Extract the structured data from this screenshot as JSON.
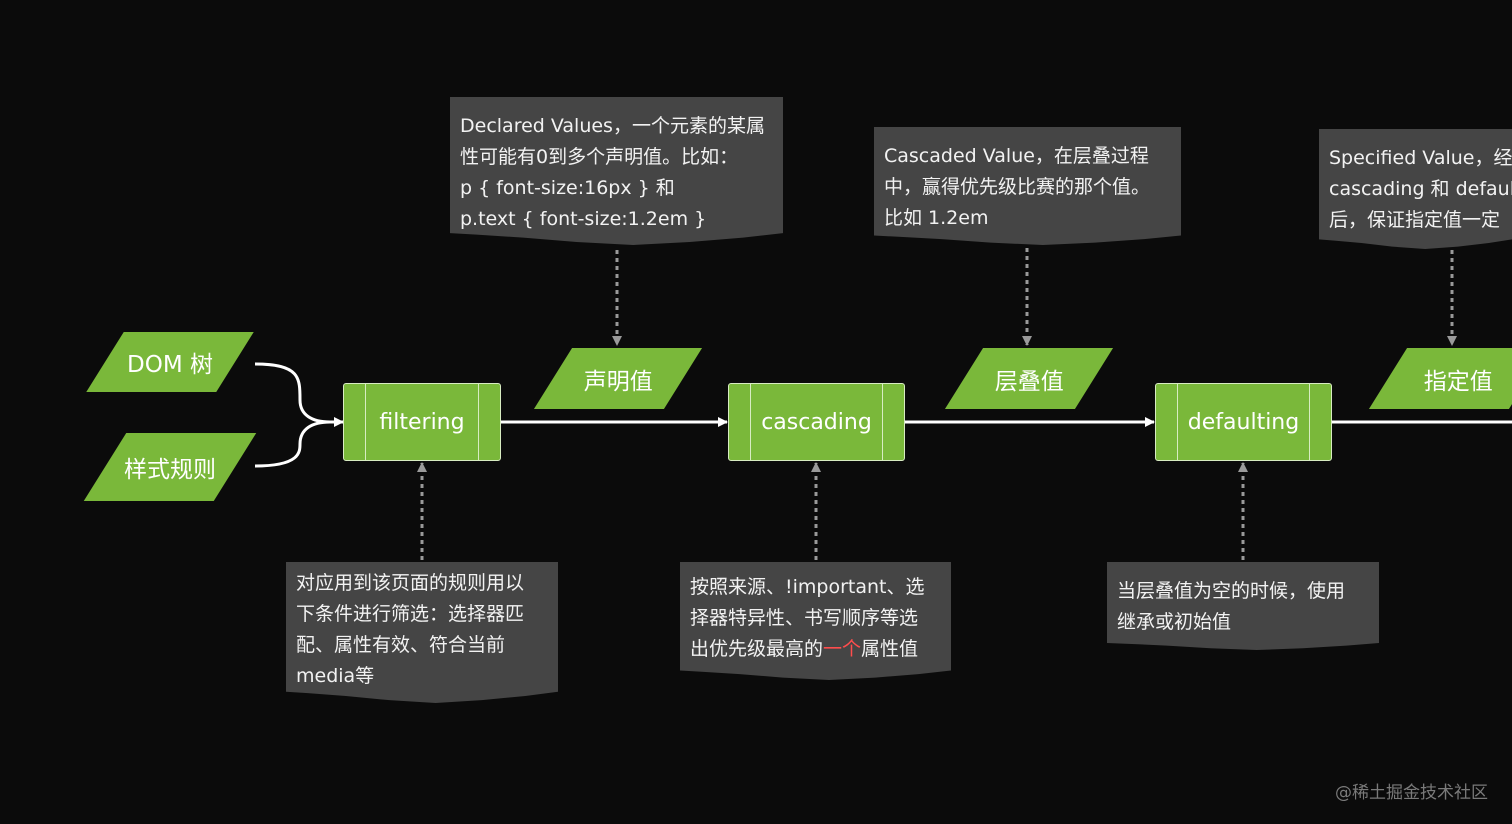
{
  "inputs": {
    "dom_tree": "DOM 树",
    "style_rules": "样式规则"
  },
  "processes": {
    "filtering": "filtering",
    "cascading": "cascading",
    "defaulting": "defaulting"
  },
  "values": {
    "declared": "声明值",
    "cascaded": "层叠值",
    "specified": "指定值"
  },
  "notes": {
    "declared": [
      "Declared Values，一个元素的某属",
      "性可能有0到多个声明值。比如：",
      "p { font-size:16px } 和",
      "p.text { font-size:1.2em }"
    ],
    "cascaded": [
      "Cascaded Value，在层叠过程",
      "中，赢得优先级比赛的那个值。",
      "比如 1.2em"
    ],
    "specified": [
      "Specified Value，经",
      "cascading 和 default",
      "后，保证指定值一定"
    ],
    "filtering": [
      "对应用到该页面的规则用以",
      "下条件进行筛选：选择器匹",
      "配、属性有效、符合当前",
      "media等"
    ],
    "cascading": {
      "line1": "按照来源、!important、选",
      "line2": "择器特异性、书写顺序等选",
      "line3_pre": "出优先级最高的",
      "line3_hl": "一个",
      "line3_post": "属性值"
    },
    "defaulting": [
      "当层叠值为空的时候，使用",
      "继承或初始值"
    ]
  },
  "colors": {
    "node_green": "#7ab83a",
    "note_bg": "#454545",
    "highlight": "#ff4d4d",
    "background": "#0b0b0b"
  },
  "watermark": "@稀土掘金技术社区"
}
